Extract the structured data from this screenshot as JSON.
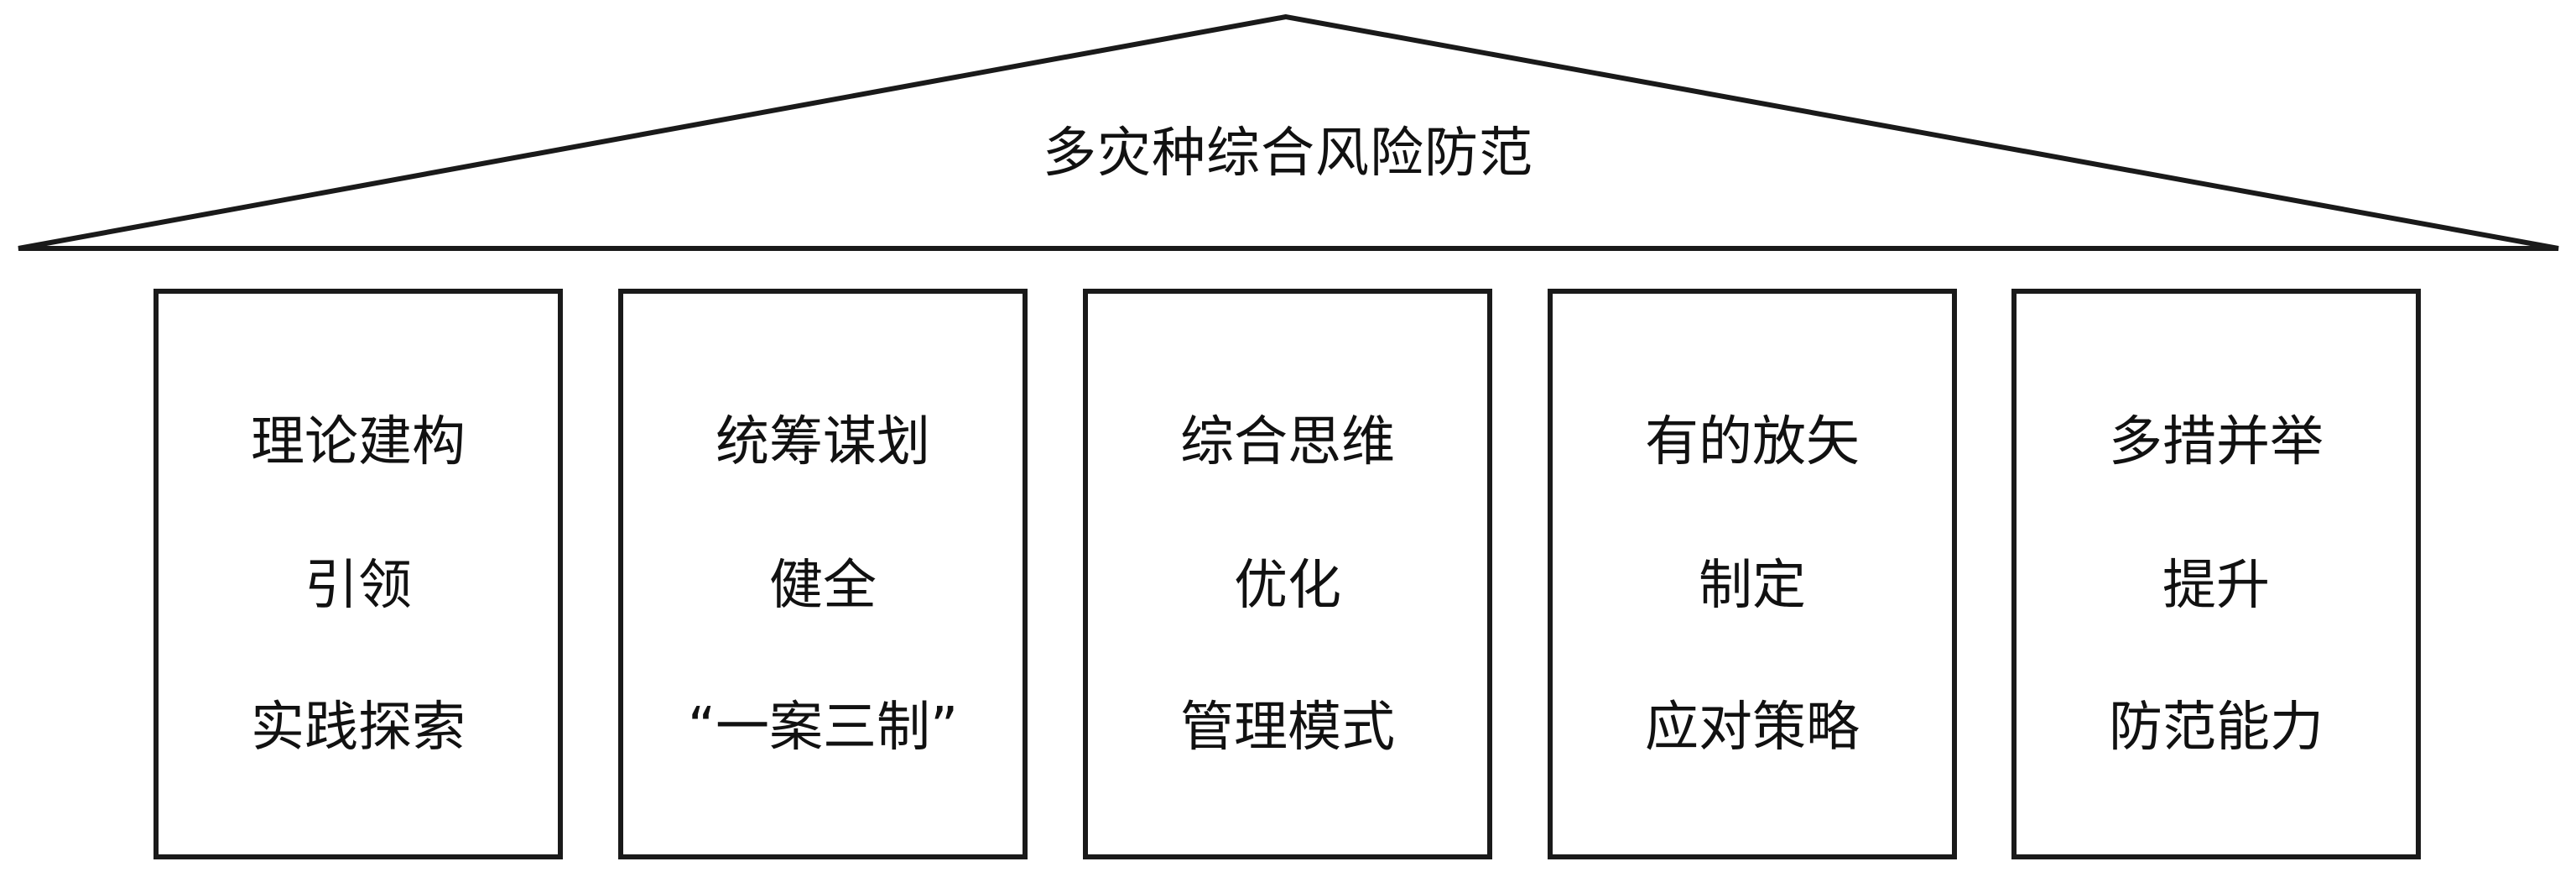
{
  "roof": {
    "title": "多灾种综合风险防范"
  },
  "pillars": [
    {
      "lines": [
        "理论建构",
        "引领",
        "实践探索"
      ]
    },
    {
      "lines": [
        "统筹谋划",
        "健全",
        "“一案三制”"
      ]
    },
    {
      "lines": [
        "综合思维",
        "优化",
        "管理模式"
      ]
    },
    {
      "lines": [
        "有的放矢",
        "制定",
        "应对策略"
      ]
    },
    {
      "lines": [
        "多措并举",
        "提升",
        "防范能力"
      ]
    }
  ],
  "colors": {
    "stroke": "#1a1a1a",
    "text": "#111111",
    "background": "#ffffff"
  }
}
